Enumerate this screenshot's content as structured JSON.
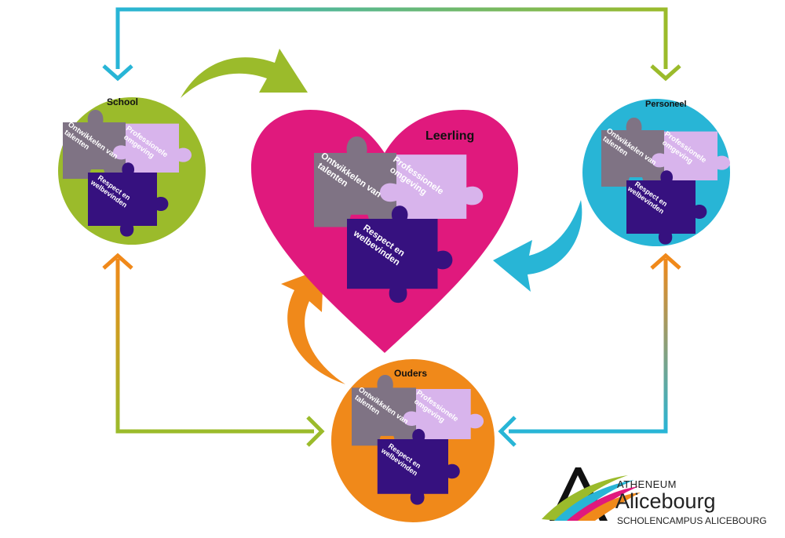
{
  "nodes": {
    "school": {
      "title": "School"
    },
    "personeel": {
      "title": "Personeel"
    },
    "ouders": {
      "title": "Ouders"
    },
    "leerling": {
      "title": "Leerling"
    }
  },
  "puzzle_labels": {
    "ontwikkelen": [
      "Ontwikkelen van",
      "talenten"
    ],
    "professionele": [
      "Professionele",
      "omgeving"
    ],
    "respect": [
      "Respect en",
      "welbevinden"
    ]
  },
  "logo": {
    "line1": "ATHENEUM",
    "line2": "Alicebourg",
    "line3": "SCHOLENCAMPUS ALICEBOURG"
  },
  "colors": {
    "school": "#9bbb2b",
    "personeel": "#28b5d6",
    "ouders": "#f0891a",
    "leerling": "#e0197d",
    "puzzle_grey": "#7f7384",
    "puzzle_lilac": "#d8b4ec",
    "puzzle_indigo": "#36117f"
  }
}
